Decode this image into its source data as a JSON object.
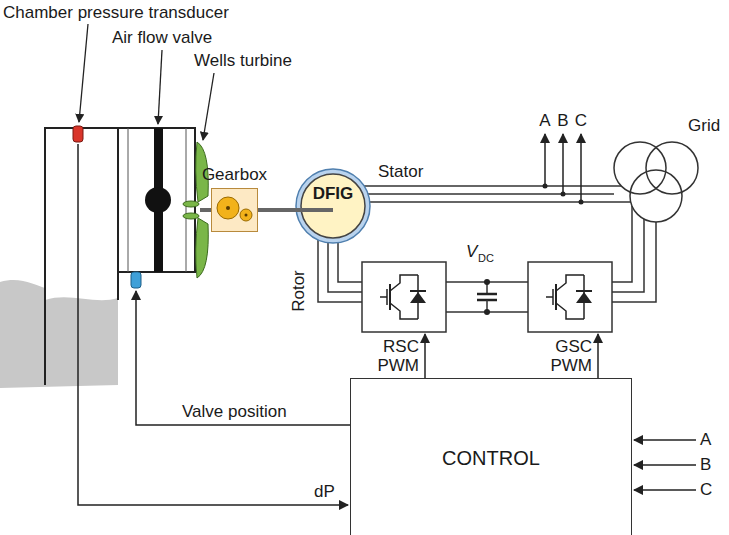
{
  "diagram": {
    "nodes": [
      {
        "text": [
          "Gearbox"
        ]
      },
      {
        "text": [
          "DFIG"
        ]
      },
      {
        "text": [
          "CONTROL"
        ]
      }
    ],
    "edges": [
      {
        "from": 0,
        "to": 1,
        "arrow": "none"
      }
    ],
    "labels": [
      "Chamber pressure transducer",
      "Air flow valve",
      "Wells turbine",
      "Stator",
      "A",
      "B",
      "C",
      "Grid",
      "V",
      "DC",
      "Rotor",
      "RSC",
      "PWM",
      "GSC",
      "PWM",
      "Valve position",
      "dP",
      "A",
      "B",
      "C"
    ]
  }
}
